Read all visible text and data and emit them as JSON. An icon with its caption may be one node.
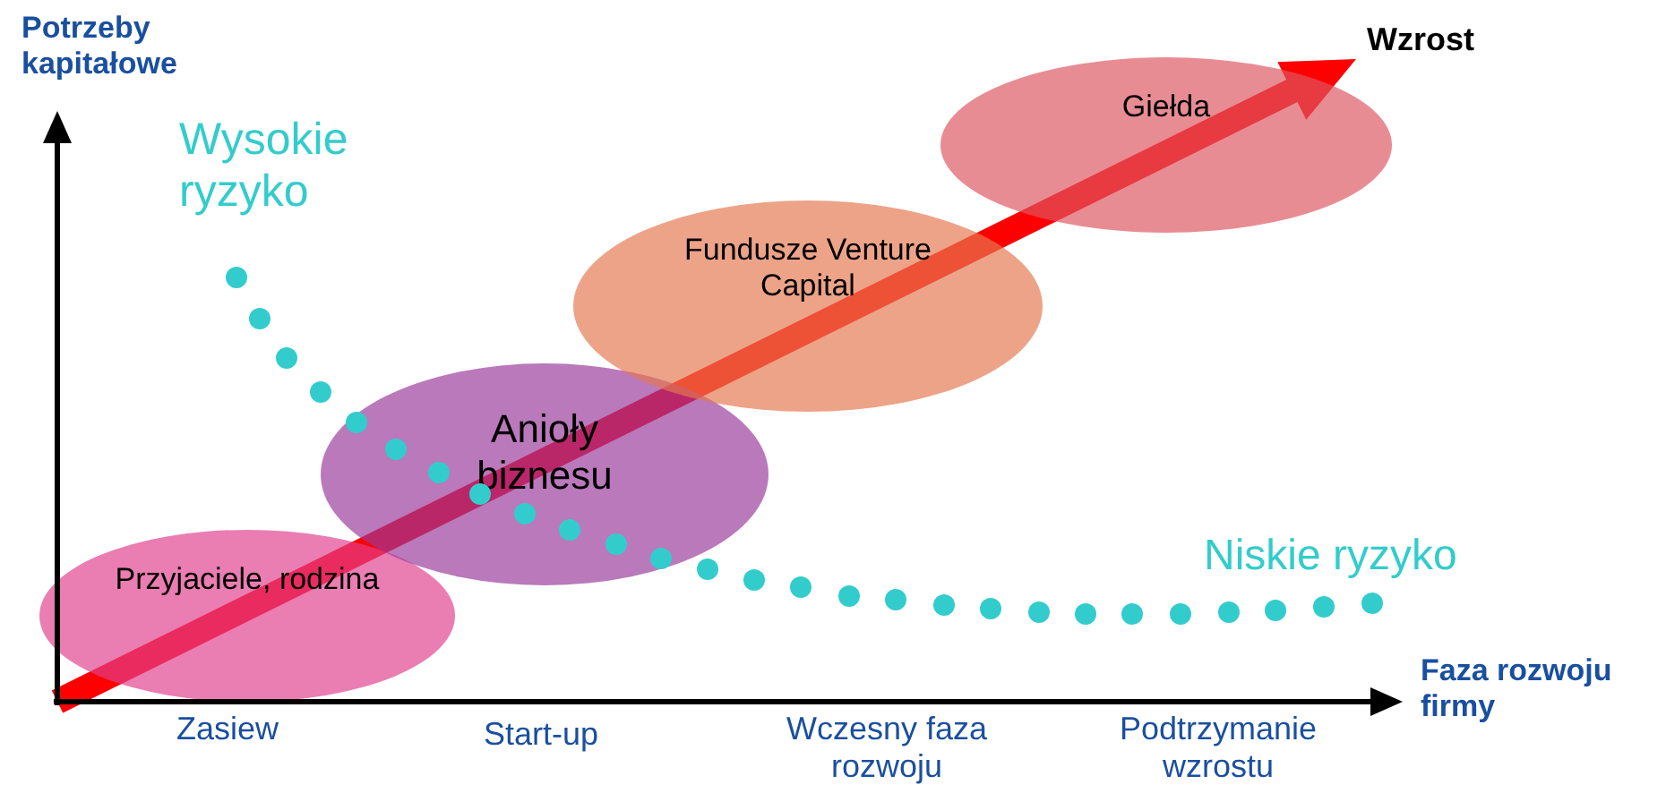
{
  "diagram": {
    "nodes": [
      {
        "text": [
          "Przyjaciele, rodzina"
        ]
      },
      {
        "text": [
          "Anioły biznesu"
        ]
      },
      {
        "text": [
          "Fundusze Venture Capital"
        ]
      },
      {
        "text": [
          "Giełda"
        ]
      }
    ],
    "labels": [
      "Potrzeby kapitałowe",
      "Wysokie ryzyko",
      "Wzrost",
      "Niskie ryzyko",
      "Faza rozwoju firmy",
      "Zasiew",
      "Start-up",
      "Wczesny faza rozwoju",
      "Podtrzymanie wzrostu"
    ]
  }
}
